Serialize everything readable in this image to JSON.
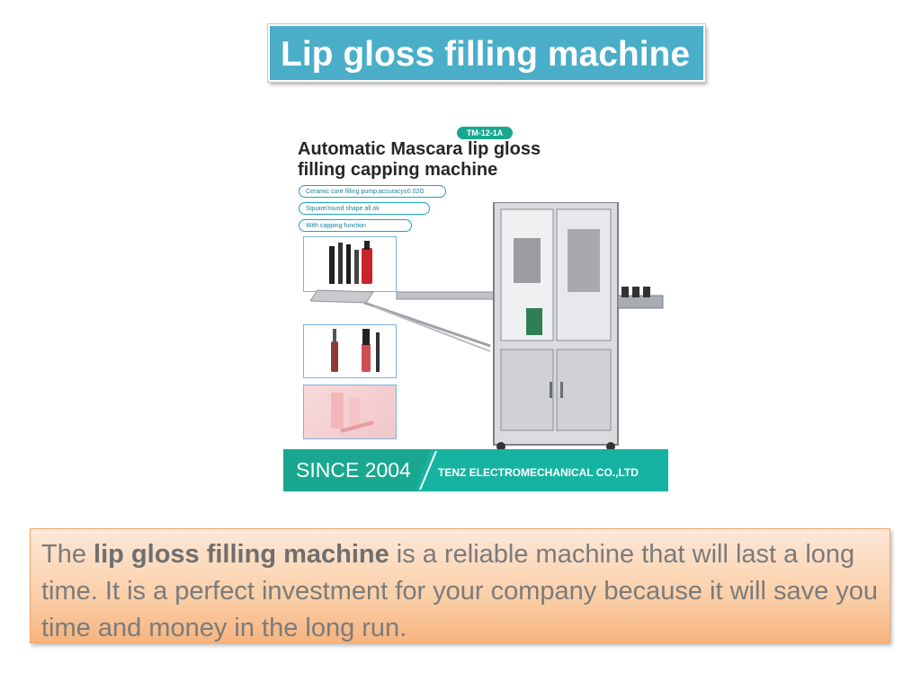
{
  "slide": {
    "title": "Lip gloss filling machine"
  },
  "figure": {
    "badge": "TM-12-1A",
    "heading_line1": "Automatic Mascara lip gloss",
    "heading_line2": "filling capping machine",
    "features": [
      "Ceramic core filling pump,accuracy±0.02G",
      "Square/round shape all ok",
      "With capping function"
    ],
    "banner_since": "SINCE 2004",
    "banner_company": "TENZ ELECTROMECHANICAL CO.,LTD",
    "accent_color": "#19a88f"
  },
  "description": {
    "lead": "The ",
    "bold": "lip gloss filling machine",
    "rest": " is a reliable machine that will last a long time. It is a perfect investment for your company because it will save you time and money in the long run."
  }
}
